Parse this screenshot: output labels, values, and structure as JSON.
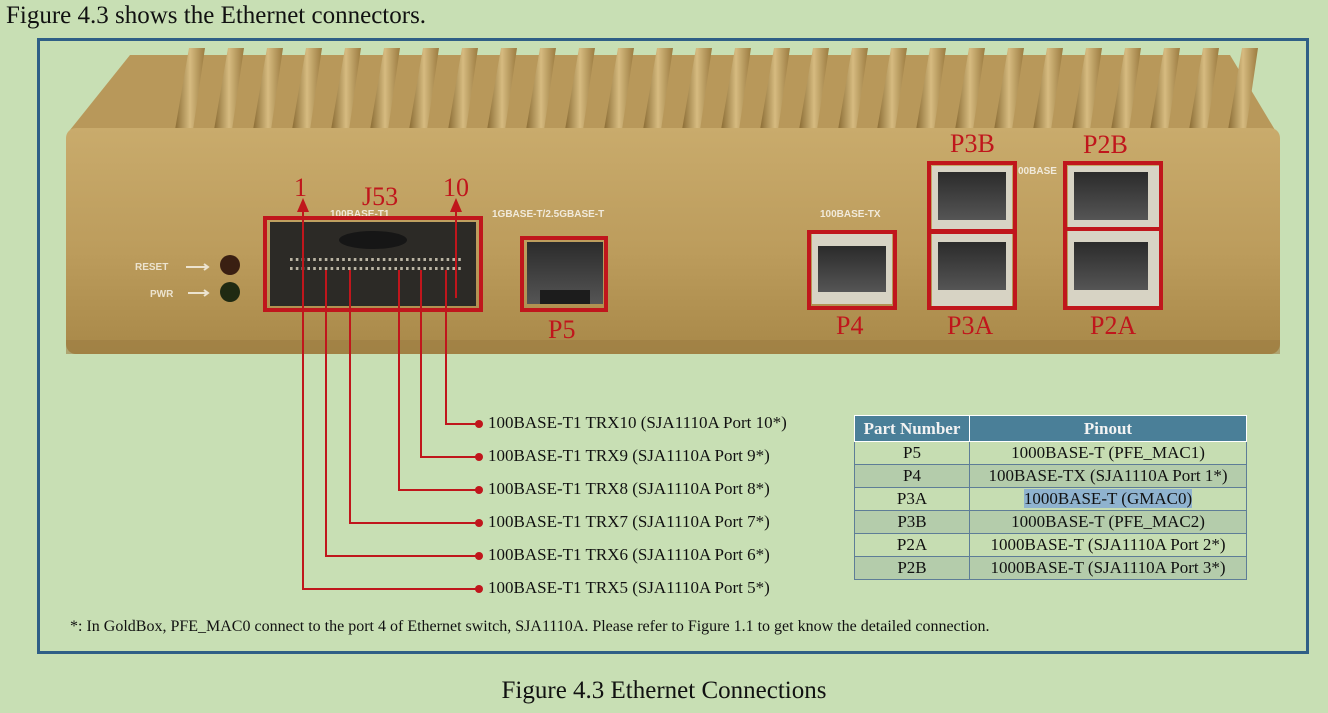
{
  "intro_text": "Figure 4.3 shows the Ethernet connectors.",
  "device": {
    "silk_reset": "RESET",
    "silk_pwr": "PWR",
    "silk_100base_t1": "100BASE-T1",
    "silk_1gbase": "1GBASE-T/2.5GBASE-T",
    "silk_100base_tx": "100BASE-TX",
    "silk_00base": "00BASE"
  },
  "labels": {
    "pin1": "1",
    "pin10": "10",
    "j53": "J53",
    "p5": "P5",
    "p4": "P4",
    "p3a": "P3A",
    "p3b": "P3B",
    "p2a": "P2A",
    "p2b": "P2B"
  },
  "trx_lines": [
    "100BASE-T1 TRX10 (SJA1110A Port 10*)",
    "100BASE-T1 TRX9 (SJA1110A Port 9*)",
    "100BASE-T1 TRX8 (SJA1110A Port 8*)",
    "100BASE-T1 TRX7 (SJA1110A Port 7*)",
    "100BASE-T1 TRX6 (SJA1110A Port 6*)",
    "100BASE-T1 TRX5 (SJA1110A Port 5*)"
  ],
  "table": {
    "headers": [
      "Part Number",
      "Pinout"
    ],
    "rows": [
      [
        "P5",
        "1000BASE-T (PFE_MAC1)"
      ],
      [
        "P4",
        "100BASE-TX (SJA1110A Port 1*)"
      ],
      [
        "P3A",
        "1000BASE-T (GMAC0)"
      ],
      [
        "P3B",
        "1000BASE-T (PFE_MAC2)"
      ],
      [
        "P2A",
        "1000BASE-T (SJA1110A Port 2*)"
      ],
      [
        "P2B",
        "1000BASE-T (SJA1110A Port 3*)"
      ]
    ]
  },
  "footnote": "*: In GoldBox, PFE_MAC0 connect to the port 4 of Ethernet switch, SJA1110A. Please refer to Figure 1.1 to get know the detailed connection.",
  "caption": "Figure 4.3  Ethernet Connections",
  "colors": {
    "background": "#c8dfb4",
    "frame": "#2f5f86",
    "annotation_red": "#c0161c",
    "enclosure_gold": "#c2a25f",
    "table_header": "#4a7f98"
  }
}
